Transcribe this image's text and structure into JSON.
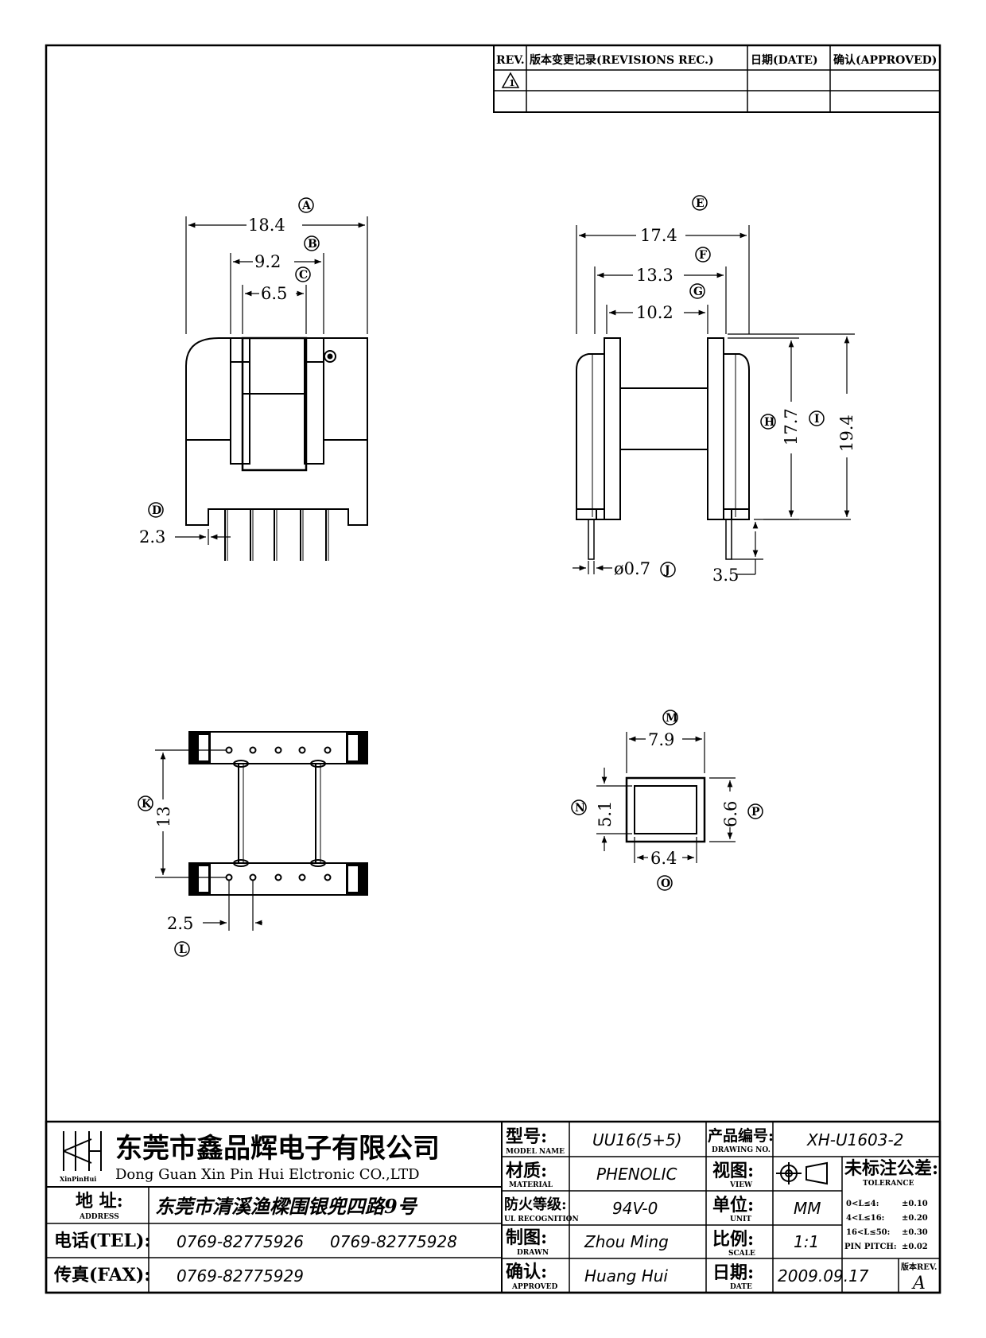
{
  "revisions": {
    "headers": [
      "REV.",
      "版本变更记录(REVISIONS REC.)",
      "日期(DATE)",
      "确认(APPROVED)"
    ],
    "rev_symbol": "1"
  },
  "views": {
    "front": {
      "dims": [
        "18.4",
        "9.2",
        "6.5",
        "2.3"
      ],
      "balloons": [
        "A",
        "B",
        "C",
        "D"
      ]
    },
    "side": {
      "dims": [
        "17.4",
        "13.3",
        "10.2",
        "17.7",
        "19.4",
        "ø0.7",
        "3.5"
      ],
      "balloons": [
        "E",
        "F",
        "G",
        "H",
        "I",
        "J"
      ]
    },
    "bottom": {
      "dims": [
        "13",
        "2.5"
      ],
      "balloons": [
        "K",
        "L"
      ]
    },
    "core_window": {
      "dims": [
        "7.9",
        "5.1",
        "6.6",
        "6.4"
      ],
      "balloons": [
        "M",
        "N",
        "P",
        "O"
      ]
    }
  },
  "title_block": {
    "company_cn": "东莞市鑫品辉电子有限公司",
    "company_en": "Dong Guan Xin Pin Hui Elctronic CO.,LTD",
    "logo_text": "XinPinHui",
    "address_label": "地 址:",
    "address_label_en": "ADDRESS",
    "address": "东莞市清溪渔樑围银兜四路9号",
    "tel_label": "电话(TEL):",
    "tel1": "0769-82775926",
    "tel2": "0769-82775928",
    "fax_label": "传真(FAX):",
    "fax": "0769-82775929",
    "model_label": "型号:",
    "model_label_en": "MODEL NAME",
    "model": "UU16(5+5)",
    "material_label": "材质:",
    "material_label_en": "MATERIAL",
    "material": "PHENOLIC",
    "fire_label": "防火等级:",
    "fire_label_en": "UL RECOGNITION",
    "fire": "94V-0",
    "drawn_label": "制图:",
    "drawn_label_en": "DRAWN",
    "drawn": "Zhou Ming",
    "approved_label": "确认:",
    "approved_label_en": "APPROVED",
    "approved": "Huang Hui",
    "drawing_no_label": "产品编号:",
    "drawing_no_label_en": "DRAWING NO.",
    "drawing_no": "XH-U1603-2",
    "view_label": "视图:",
    "view_label_en": "VIEW",
    "unit_label": "单位:",
    "unit_label_en": "UNIT",
    "unit": "MM",
    "scale_label": "比例:",
    "scale_label_en": "SCALE",
    "scale": "1:1",
    "date_label": "日期:",
    "date_label_en": "DATE",
    "date": "2009.09.17",
    "tolerance_label": "未标注公差:",
    "tolerance_label_en": "TOLERANCE",
    "tolerances": [
      {
        "range": "0<L≤4:",
        "value": "±0.10"
      },
      {
        "range": "4<L≤16:",
        "value": "±0.20"
      },
      {
        "range": "16<L≤50:",
        "value": "±0.30"
      },
      {
        "range": "PIN PITCH:",
        "value": "±0.02"
      }
    ],
    "rev_label": "版本REV.",
    "rev": "A"
  }
}
